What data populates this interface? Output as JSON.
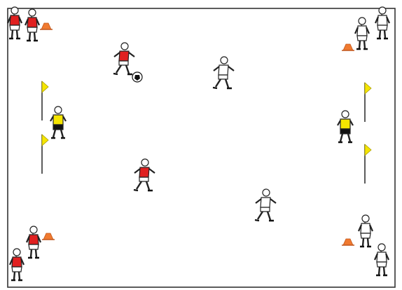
{
  "colors": {
    "red_kit": "#e02020",
    "white_kit": "#ffffff",
    "yellow_kit": "#f5e500",
    "cone": "#f07a30",
    "flag": "#f5e500",
    "field_line": "#333333",
    "outline": "#222222"
  },
  "pitch": {
    "shape": "rectangle",
    "markings": "boundary-only"
  },
  "players": [
    {
      "id": "red-corner-tl-1",
      "team": "red",
      "role": "waiting"
    },
    {
      "id": "red-corner-tl-2",
      "team": "red",
      "role": "waiting"
    },
    {
      "id": "red-attacker-ball",
      "team": "red",
      "role": "attacker-with-ball"
    },
    {
      "id": "red-attacker-support",
      "team": "red",
      "role": "attacker"
    },
    {
      "id": "red-corner-bl-1",
      "team": "red",
      "role": "waiting"
    },
    {
      "id": "red-corner-bl-2",
      "team": "red",
      "role": "waiting"
    },
    {
      "id": "white-corner-tr-1",
      "team": "white",
      "role": "waiting"
    },
    {
      "id": "white-corner-tr-2",
      "team": "white",
      "role": "waiting"
    },
    {
      "id": "white-defender-top",
      "team": "white",
      "role": "defender"
    },
    {
      "id": "white-defender-bottom",
      "team": "white",
      "role": "defender"
    },
    {
      "id": "white-corner-br-1",
      "team": "white",
      "role": "waiting"
    },
    {
      "id": "white-corner-br-2",
      "team": "white",
      "role": "waiting"
    },
    {
      "id": "goalkeeper-left",
      "team": "yellow",
      "role": "goalkeeper"
    },
    {
      "id": "goalkeeper-right",
      "team": "yellow",
      "role": "goalkeeper"
    }
  ],
  "equipment": {
    "cones": 4,
    "flags": 4,
    "balls": 1
  }
}
